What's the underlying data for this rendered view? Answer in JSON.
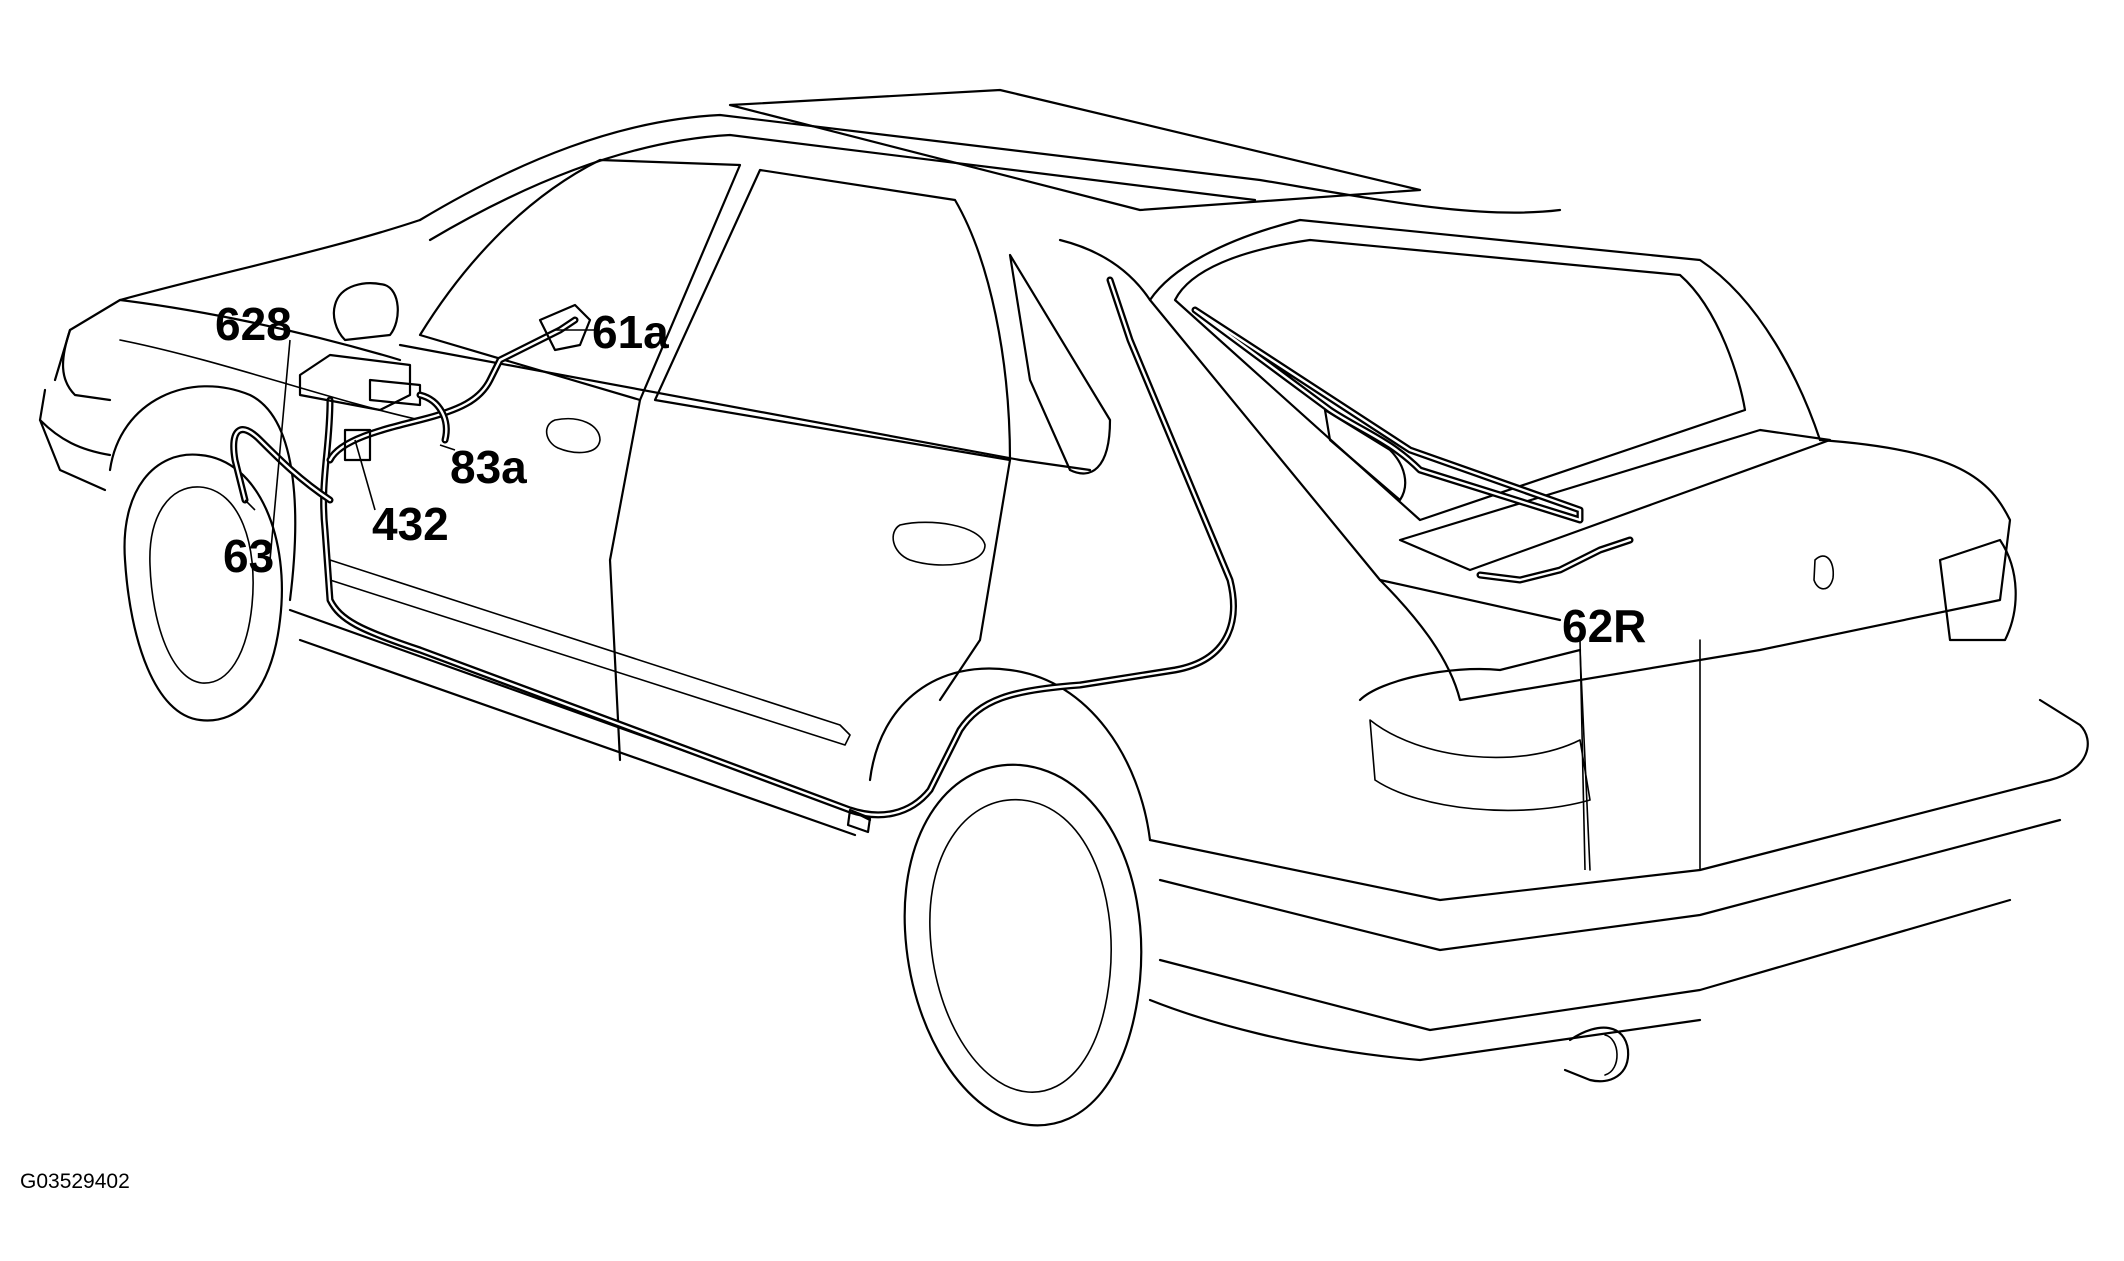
{
  "callouts": {
    "c628": "628",
    "c61a": "61a",
    "c83a": "83a",
    "c432": "432",
    "c63": "63",
    "c62R": "62R"
  },
  "figure_code": "G03529402"
}
